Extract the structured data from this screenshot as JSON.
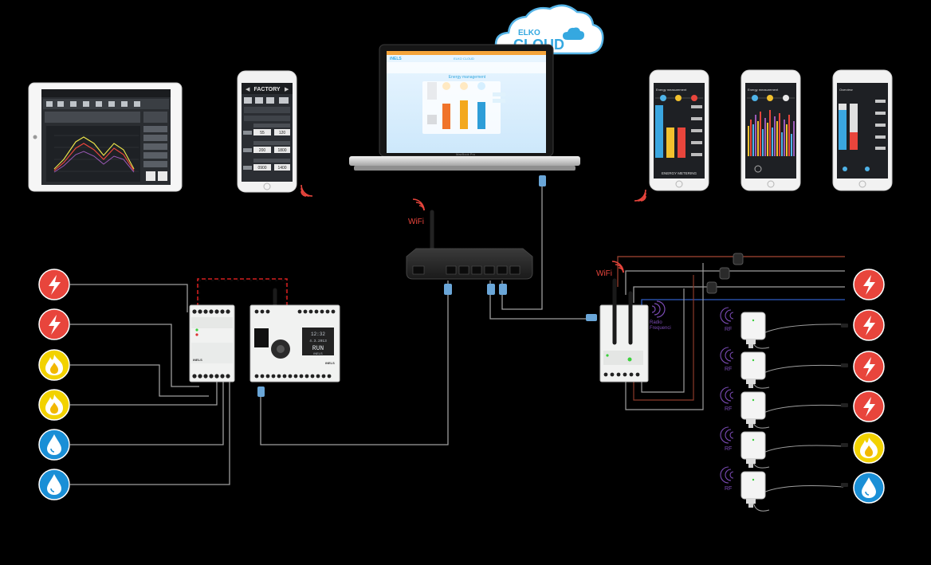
{
  "cloud": {
    "line1": "ELKO",
    "line2": "CLOUD"
  },
  "phone_factory": {
    "title": "FACTORY",
    "values": [
      "55",
      "120",
      "200",
      "1800",
      "0900",
      "1400"
    ]
  },
  "laptop": {
    "brand": "iNELS",
    "screen_title": "Energy management",
    "model": "MacBook Pro"
  },
  "router": {
    "wifi_label": "WiFi"
  },
  "gateway": {
    "wifi_label": "WiFi",
    "rf_line1": "Radio",
    "rf_line2": "Frequenci"
  },
  "controller_display": {
    "time": "12:32",
    "date": "4.3.2013",
    "mode": "RUN",
    "brand": "iNELS"
  },
  "phone_energy_1": {
    "title": "Energy measurement",
    "footer": "ENERGY METERING"
  },
  "phone_energy_2": {
    "title": "Energy measurement"
  },
  "phone_overview": {
    "title": "Overview"
  },
  "rf_sensors": [
    "RF",
    "RF",
    "RF",
    "RF",
    "RF"
  ],
  "meter_icons_left": [
    "electricity",
    "electricity",
    "gas",
    "gas",
    "water",
    "water"
  ],
  "meter_icons_right": [
    "electricity",
    "electricity",
    "electricity",
    "electricity",
    "gas",
    "water"
  ],
  "colors": {
    "electricity": "#e8453c",
    "gas": "#f2d200",
    "water": "#1a8fd6",
    "wifi": "#e8453c",
    "rf": "#7b4bb5",
    "cable_gray": "#9e9e9e",
    "cable_red": "#d21f1f",
    "cable_brown": "#8b3a2a",
    "cable_blue": "#2f5cc4",
    "ethernet": "#6aa6d8"
  }
}
